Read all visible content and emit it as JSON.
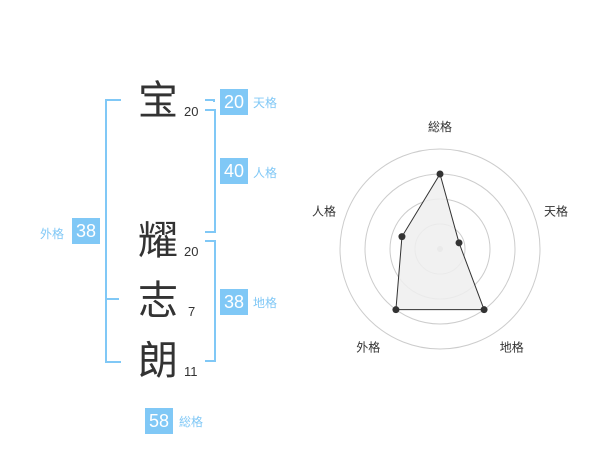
{
  "colors": {
    "accent": "#80c8f6",
    "label": "#80c8f6",
    "text": "#333333",
    "polygon_fill": "#efefef",
    "ring": "#cccccc"
  },
  "name": {
    "characters": [
      {
        "char": "宝",
        "strokes": "20"
      },
      {
        "char": "耀",
        "strokes": "20"
      },
      {
        "char": "志",
        "strokes": "7"
      },
      {
        "char": "朗",
        "strokes": "11"
      }
    ]
  },
  "scores": {
    "tenkaku": {
      "value": "20",
      "label": "天格"
    },
    "jinkaku": {
      "value": "40",
      "label": "人格"
    },
    "chikaku": {
      "value": "38",
      "label": "地格"
    },
    "gaikaku": {
      "value": "38",
      "label": "外格"
    },
    "soukaku": {
      "value": "58",
      "label": "総格"
    }
  },
  "chart_data": {
    "type": "radar",
    "axes": [
      "総格",
      "天格",
      "地格",
      "外格",
      "人格"
    ],
    "values": [
      0.75,
      0.2,
      0.75,
      0.75,
      0.4
    ],
    "rings": 4
  }
}
